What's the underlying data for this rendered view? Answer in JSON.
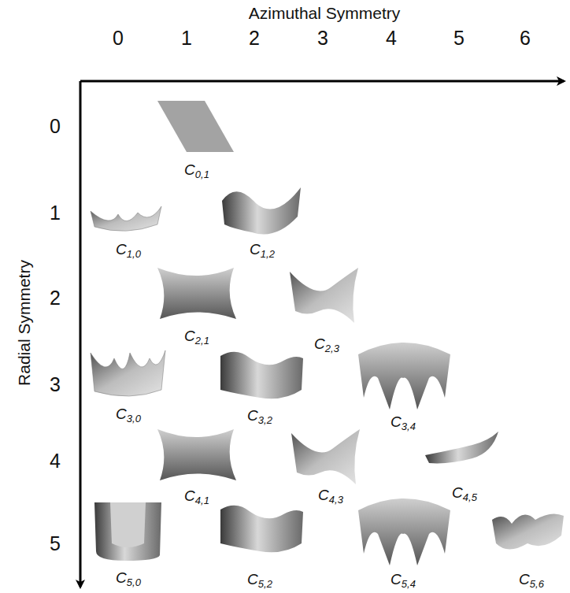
{
  "diagram": {
    "labels": [
      "Azimuthal Symmetry",
      "0",
      "1",
      "2",
      "3",
      "4",
      "5",
      "6",
      "Radial Symmetry",
      "0",
      "1",
      "2",
      "3",
      "4",
      "5",
      "C0,1",
      "C1,0",
      "C1,2",
      "C2,1",
      "C2,3",
      "C3,0",
      "C3,2",
      "C3,4",
      "C4,1",
      "C4,3",
      "C4,5",
      "C5,0",
      "C5,2",
      "C5,4",
      "C5,6"
    ]
  }
}
